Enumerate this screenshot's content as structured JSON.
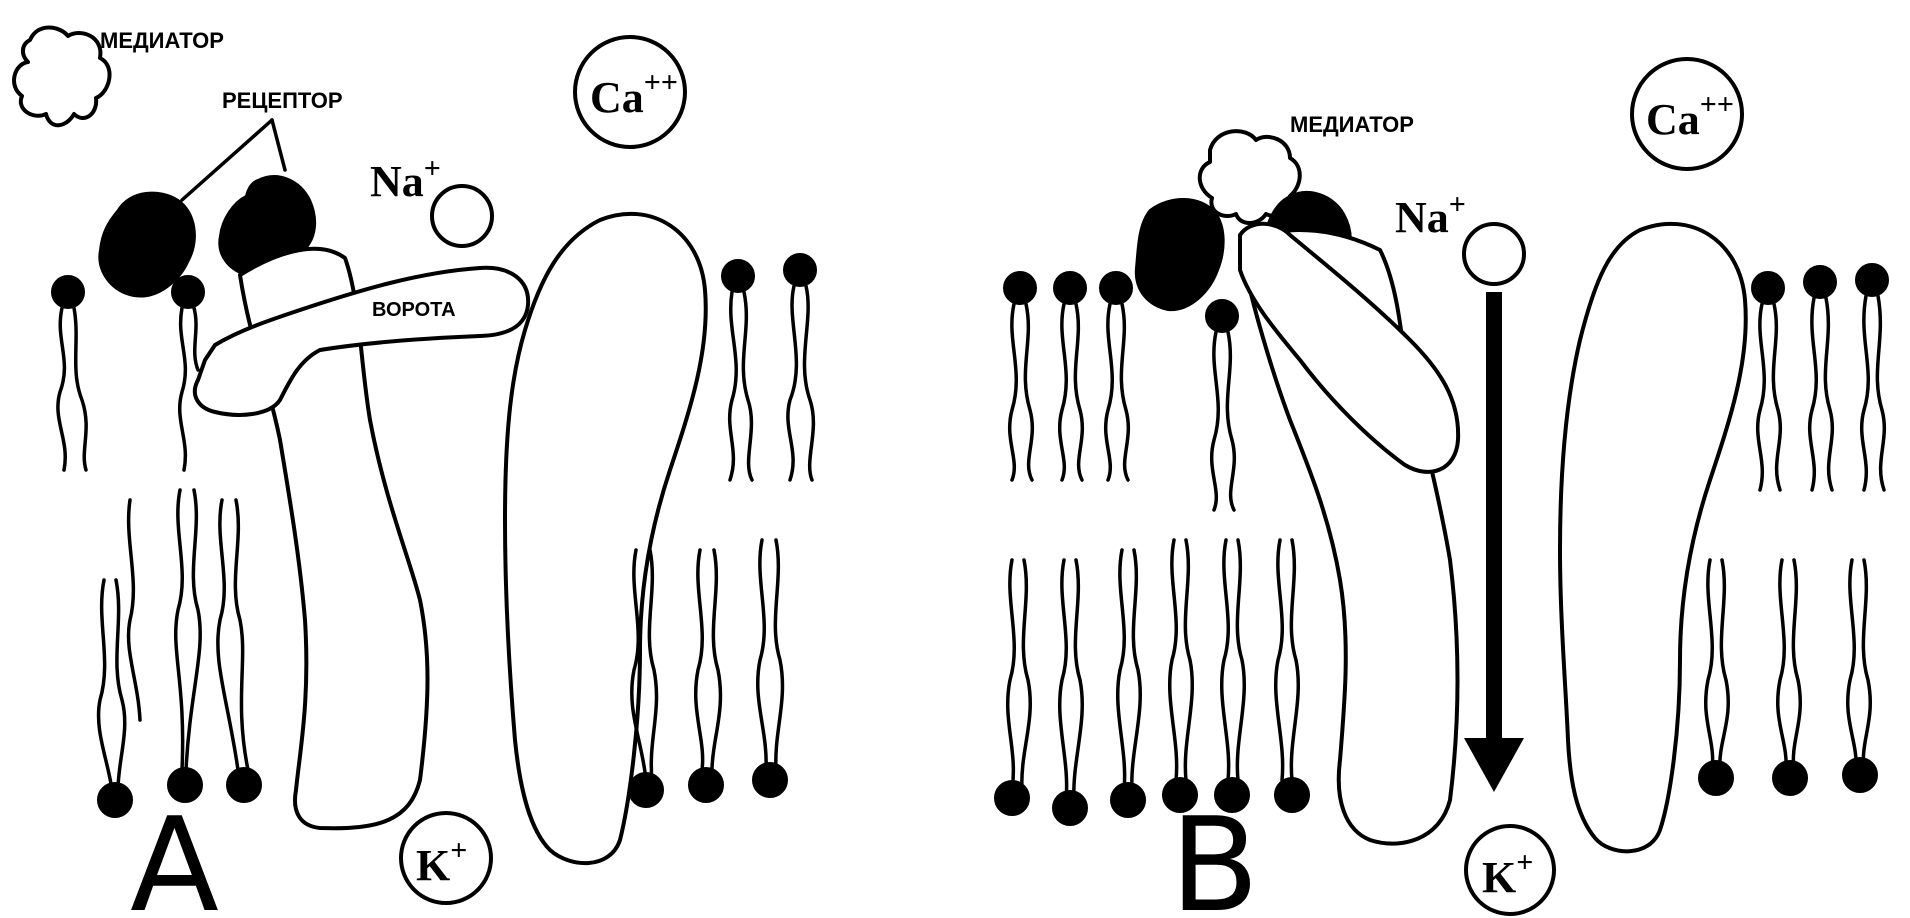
{
  "panels": {
    "a": {
      "letter": "A",
      "mediator": "МЕДИАТОР",
      "receptor": "РЕЦЕПТОР",
      "gate": "ВОРОТА",
      "na": {
        "symbol": "Na",
        "charge": "+"
      },
      "ca": {
        "symbol": "Ca",
        "charge": "++"
      },
      "k": {
        "symbol": "K",
        "charge": "+"
      }
    },
    "b": {
      "letter": "B",
      "mediator": "МЕДИАТОР",
      "na": {
        "symbol": "Na",
        "charge": "+"
      },
      "ca": {
        "symbol": "Ca",
        "charge": "++"
      },
      "k": {
        "symbol": "K",
        "charge": "+"
      }
    }
  },
  "colors": {
    "ink": "#000000",
    "paper": "#ffffff"
  }
}
